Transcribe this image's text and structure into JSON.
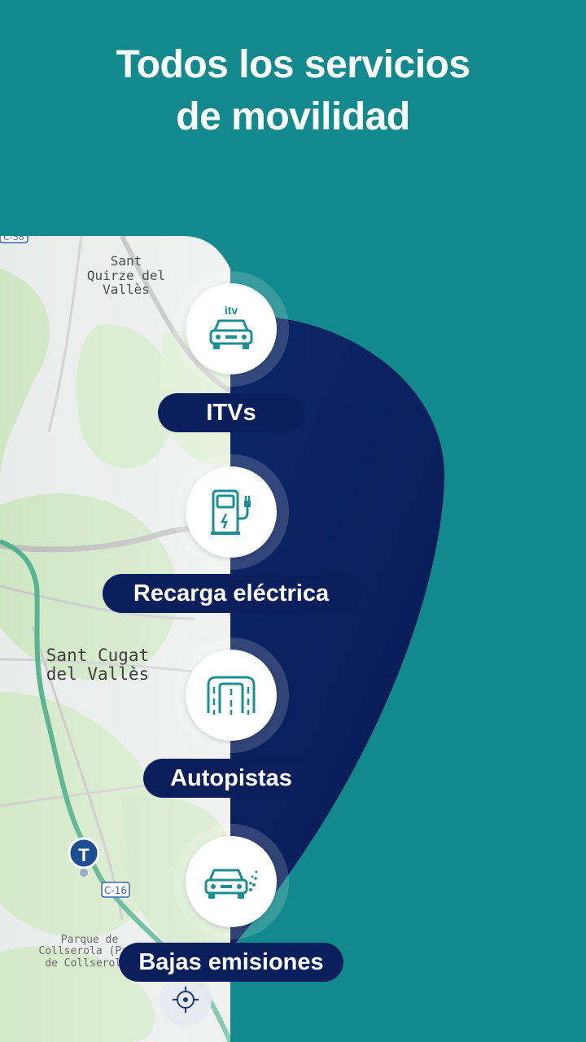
{
  "headline": {
    "line1": "Todos los servicios",
    "line2": "de movilidad"
  },
  "map": {
    "labels": {
      "sant_quirze_1": "Sant",
      "sant_quirze_2": "Quirze del",
      "sant_quirze_3": "Vallès",
      "sant_cugat_1": "Sant Cugat",
      "sant_cugat_2": "del Vallès",
      "parque_1": "Parque de",
      "parque_2": "Collserola (Parc",
      "parque_3": "de Collserola)"
    },
    "road_badges": {
      "top": "C-58",
      "c16": "C-16"
    },
    "marker_letter": "T"
  },
  "services": [
    {
      "label": "ITVs",
      "icon": "itv-car-icon",
      "icon_text": "itv"
    },
    {
      "label": "Recarga eléctrica",
      "icon": "ev-charger-icon"
    },
    {
      "label": "Autopistas",
      "icon": "highway-icon"
    },
    {
      "label": "Bajas emisiones",
      "icon": "low-emission-car-icon"
    }
  ],
  "colors": {
    "background": "#128a8d",
    "navy": "#0b1f5c",
    "icon_teal": "#1b8f93",
    "map_green": "#cfe6c3",
    "map_road": "#b9b9b9",
    "map_route": "#4fb08a"
  }
}
